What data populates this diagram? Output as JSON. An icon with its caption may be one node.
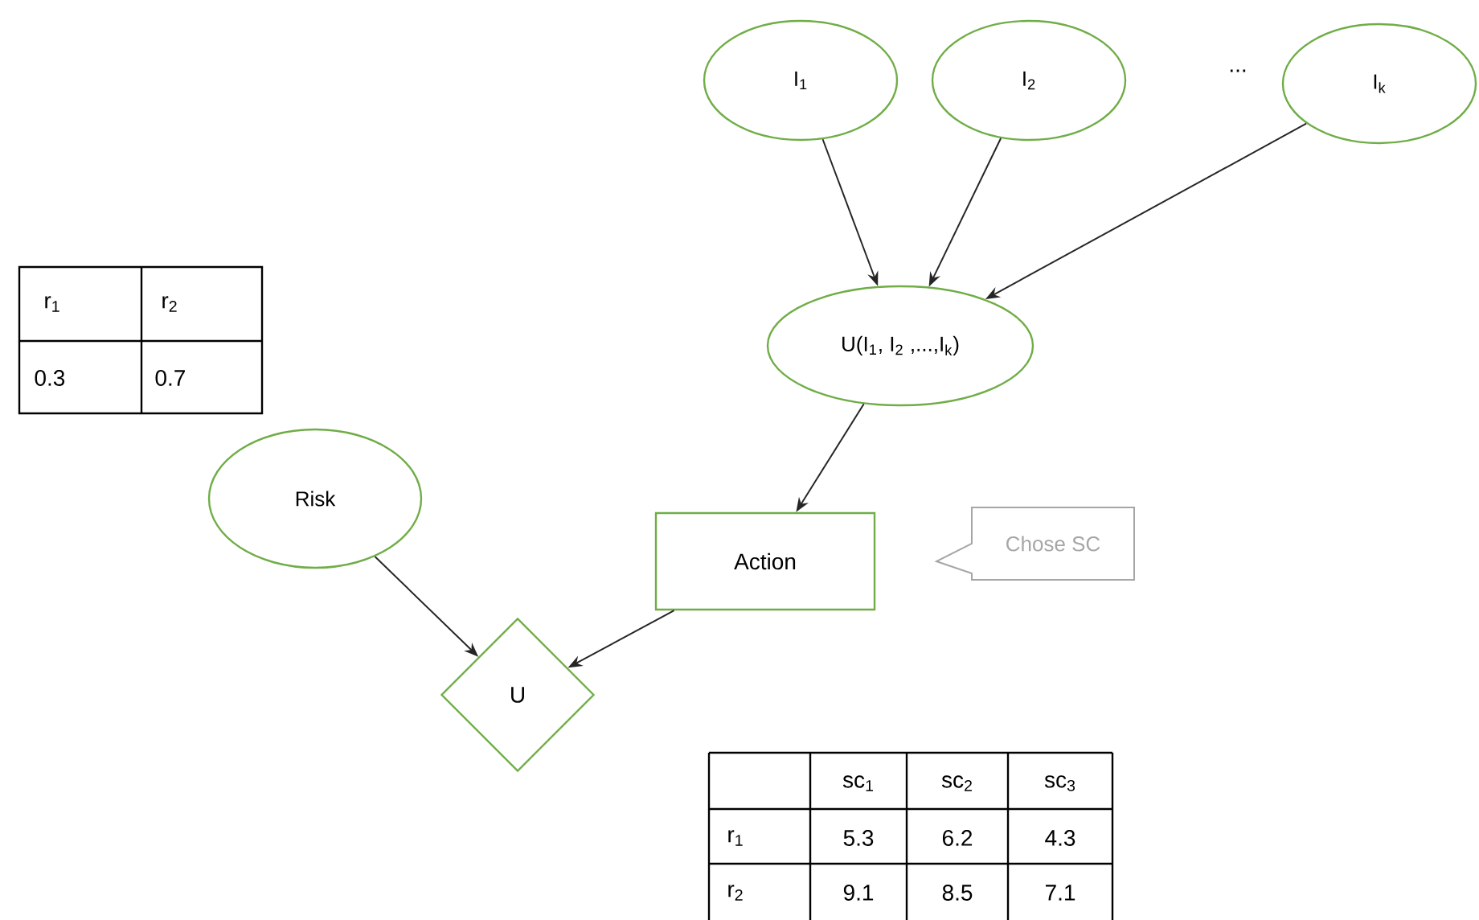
{
  "diagram": {
    "nodes": [
      {
        "text": [
          "I$_{1}$"
        ]
      },
      {
        "text": [
          "I$_{2}$"
        ]
      },
      {
        "text": [
          "I$_{k}$"
        ]
      },
      {
        "text": [
          "U(I$_{1}$, I$_{2}$ ,...,I$_{k}$)"
        ]
      },
      {
        "text": [
          "Risk"
        ]
      },
      {
        "text": [
          "Action"
        ]
      },
      {
        "text": [
          "Chose SC"
        ]
      },
      {
        "text": [
          "U"
        ]
      }
    ],
    "edges": [
      {
        "from": 0,
        "to": 3,
        "arrow": "to"
      },
      {
        "from": 1,
        "to": 3,
        "arrow": "to"
      },
      {
        "from": 2,
        "to": 3,
        "arrow": "to"
      },
      {
        "from": 3,
        "to": 5,
        "arrow": "to"
      },
      {
        "from": 4,
        "to": 7,
        "arrow": "to"
      },
      {
        "from": 5,
        "to": 7,
        "arrow": "to"
      }
    ],
    "labels": [
      "...",
      "r$_{1}$",
      "r$_{2}$",
      "0.3",
      "0.7",
      "sc$_{1}$",
      "sc$_{2}$",
      "sc$_{3}$",
      "r$_{1}$",
      "5.3",
      "6.2",
      "4.3",
      "r$_{2}$",
      "9.1",
      "8.5",
      "7.1"
    ]
  }
}
